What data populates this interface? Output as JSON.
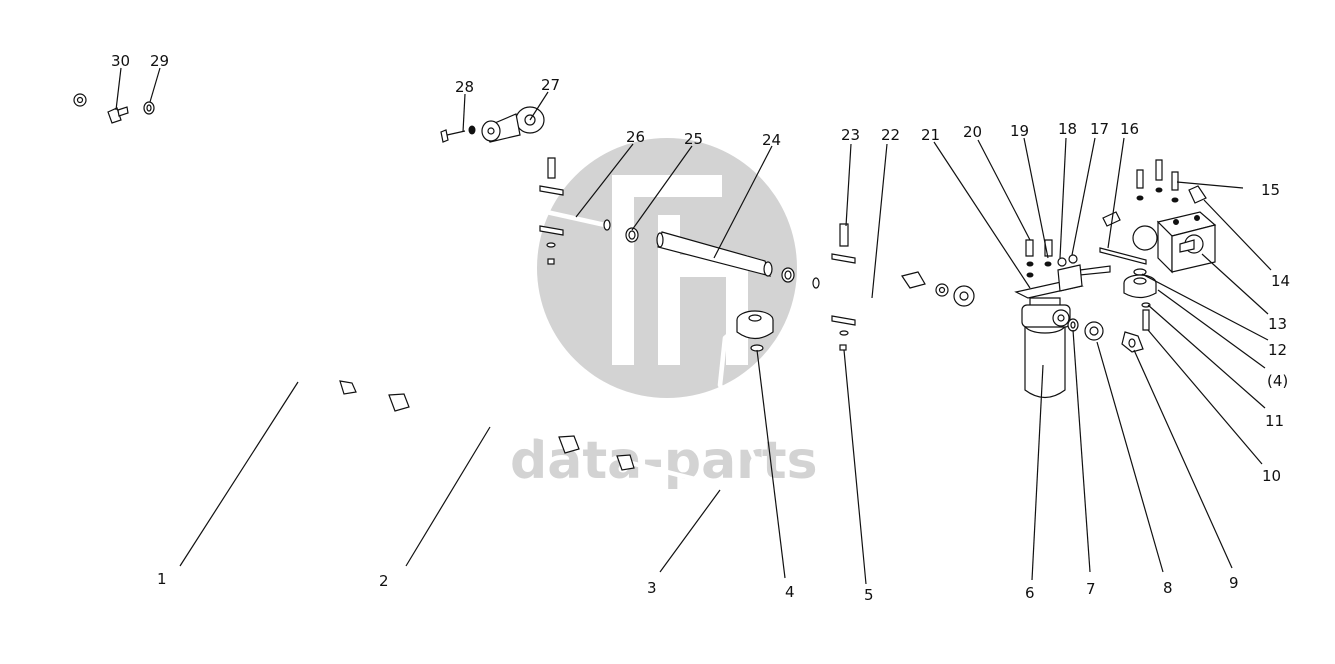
{
  "watermark": {
    "text": "data-parts",
    "color": "#d3d3d3"
  },
  "callouts": [
    {
      "label": "1"
    },
    {
      "label": "2"
    },
    {
      "label": "3"
    },
    {
      "label": "4"
    },
    {
      "label": "5"
    },
    {
      "label": "6"
    },
    {
      "label": "7"
    },
    {
      "label": "8"
    },
    {
      "label": "9"
    },
    {
      "label": "10"
    },
    {
      "label": "11"
    },
    {
      "label": "(4)"
    },
    {
      "label": "12"
    },
    {
      "label": "13"
    },
    {
      "label": "14"
    },
    {
      "label": "15"
    },
    {
      "label": "16"
    },
    {
      "label": "17"
    },
    {
      "label": "18"
    },
    {
      "label": "19"
    },
    {
      "label": "20"
    },
    {
      "label": "21"
    },
    {
      "label": "22"
    },
    {
      "label": "23"
    },
    {
      "label": "24"
    },
    {
      "label": "25"
    },
    {
      "label": "26"
    },
    {
      "label": "27"
    },
    {
      "label": "28"
    },
    {
      "label": "29"
    },
    {
      "label": "30"
    }
  ]
}
